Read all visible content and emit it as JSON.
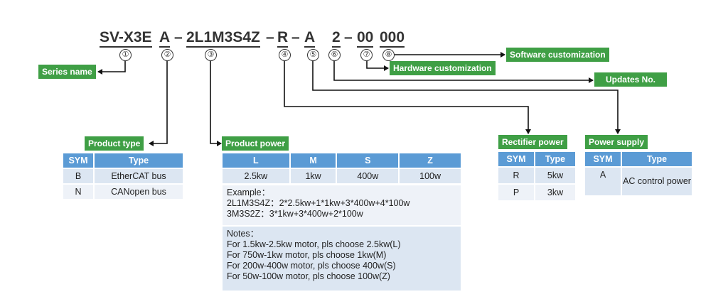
{
  "code": {
    "parts": [
      "SV-X3E",
      "A",
      "2L1M3S4Z",
      "R",
      "A",
      "2",
      "00",
      "000"
    ],
    "dashes": [
      "–",
      "–",
      "–",
      "–"
    ]
  },
  "markers": [
    "①",
    "②",
    "③",
    "④",
    "⑤",
    "⑥",
    "⑦",
    "⑧"
  ],
  "labels": {
    "series_name": "Series name",
    "software": "Software customization",
    "hardware": "Hardware customization",
    "updates": "Updates No.",
    "product_type": "Product type",
    "product_power": "Product power",
    "rectifier_power": "Rectifier power",
    "power_supply": "Power supply"
  },
  "product_type_table": {
    "headers": [
      "SYM",
      "Type"
    ],
    "rows": [
      [
        "B",
        "EtherCAT bus"
      ],
      [
        "N",
        "CANopen bus"
      ]
    ]
  },
  "product_power_table": {
    "headers": [
      "L",
      "M",
      "S",
      "Z"
    ],
    "row": [
      "2.5kw",
      "1kw",
      "400w",
      "100w"
    ],
    "example": [
      "Example：",
      "2L1M3S4Z：2*2.5kw+1*1kw+3*400w+4*100w",
      "3M3S2Z：3*1kw+3*400w+2*100w"
    ],
    "notes": [
      "Notes：",
      "For 1.5kw-2.5kw motor, pls choose 2.5kw(L)",
      "For 750w-1kw motor, pls choose 1kw(M)",
      "For 200w-400w motor, pls choose 400w(S)",
      "For 50w-100w motor, pls choose 100w(Z)"
    ]
  },
  "rectifier_table": {
    "headers": [
      "SYM",
      "Type"
    ],
    "rows": [
      [
        "R",
        "5kw"
      ],
      [
        "P",
        "3kw"
      ]
    ]
  },
  "power_supply_table": {
    "headers": [
      "SYM",
      "Type"
    ],
    "rows": [
      [
        "A",
        "AC control power"
      ]
    ]
  }
}
